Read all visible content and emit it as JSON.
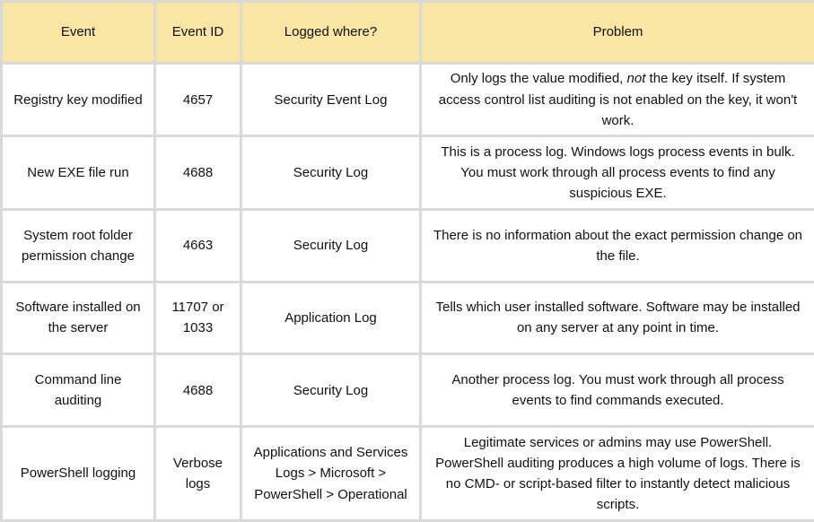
{
  "table": {
    "name": "windows-event-logging-problems",
    "headers": [
      "Event",
      "Event ID",
      "Logged where?",
      "Problem"
    ],
    "rows": [
      {
        "event": "Registry key modified",
        "event_id": "4657",
        "logged_where": "Security Event Log",
        "problem_prefix": "Only logs the value modified, ",
        "problem_italic": "not",
        "problem_suffix": " the key itself. If system access control list auditing is not enabled on the key, it won't work."
      },
      {
        "event": "New EXE file run",
        "event_id": "4688",
        "logged_where": "Security Log",
        "problem": "This is a process log. Windows logs process events in bulk. You must work through all process events to find any suspicious EXE."
      },
      {
        "event": "System root folder permission change",
        "event_id": "4663",
        "logged_where": "Security Log",
        "problem": "There is no information about the exact permission change on the file."
      },
      {
        "event": "Software installed on the server",
        "event_id": "11707 or 1033",
        "logged_where": "Application Log",
        "problem": "Tells which user installed software. Software may be installed on any server at any point in time."
      },
      {
        "event": "Command line auditing",
        "event_id": "4688",
        "logged_where": "Security Log",
        "problem": "Another process log. You must work through all process events to find commands executed."
      },
      {
        "event": "PowerShell logging",
        "event_id": "Verbose logs",
        "logged_where": "Applications and Services Logs > Microsoft > PowerShell > Operational",
        "problem": "Legitimate services or admins may use PowerShell. PowerShell auditing produces a high volume of logs. There is no CMD- or script-based filter to instantly detect malicious scripts."
      }
    ],
    "colors": {
      "header_bg": "#fae6a4",
      "border": "#d9d9d9",
      "text": "#111111"
    }
  }
}
